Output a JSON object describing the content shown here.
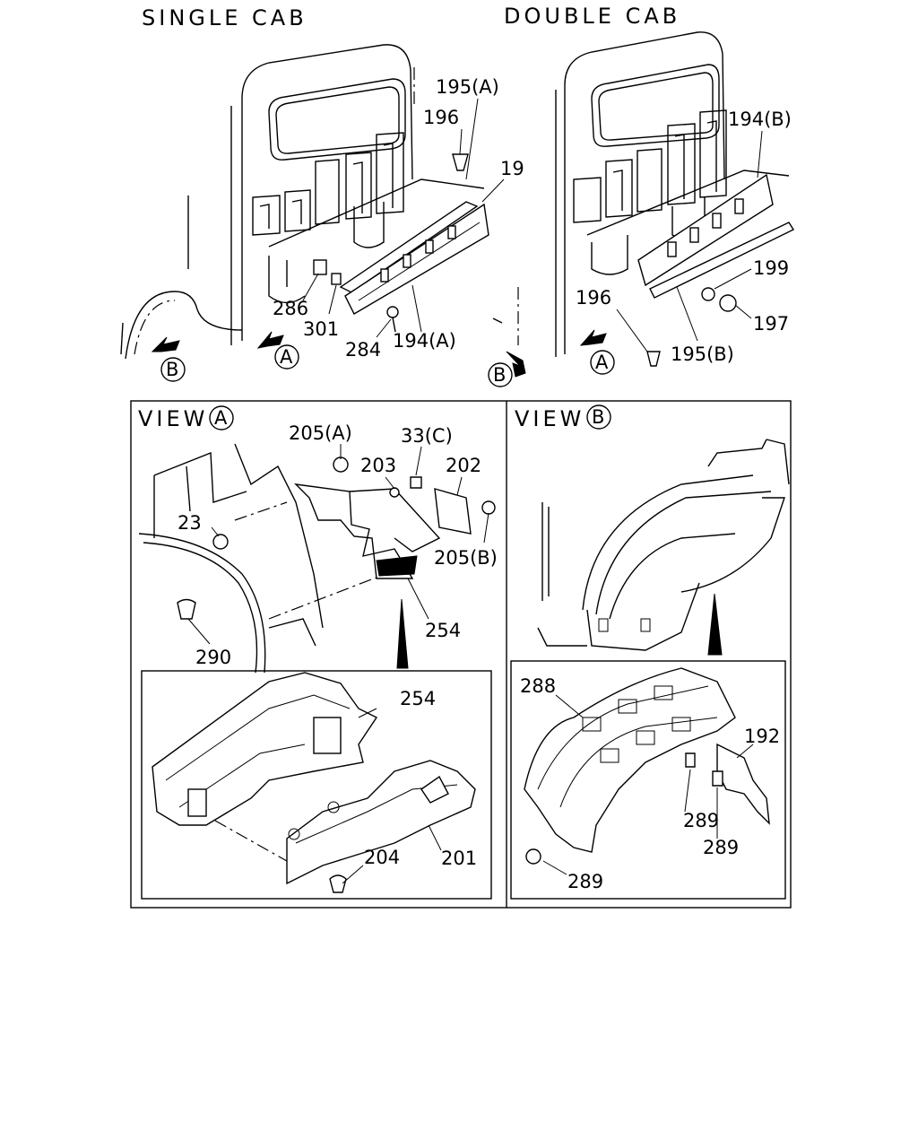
{
  "titles": {
    "single_cab": "SINGLE CAB",
    "double_cab": "DOUBLE CAB",
    "view_a": "VIEW",
    "view_b": "VIEW"
  },
  "markers": {
    "a": "A",
    "b": "B"
  },
  "single_cab_labels": {
    "p195a": "195(A)",
    "p196": "196",
    "p19": "19",
    "p286": "286",
    "p301": "301",
    "p284": "284",
    "p194a": "194(A)"
  },
  "double_cab_labels": {
    "p194b": "194(B)",
    "p199": "199",
    "p196": "196",
    "p197": "197",
    "p195b": "195(B)"
  },
  "view_a_labels": {
    "p205a": "205(A)",
    "p33c": "33(C)",
    "p203": "203",
    "p202": "202",
    "p23": "23",
    "p205b": "205(B)",
    "p254_top": "254",
    "p290": "290",
    "p254_detail": "254",
    "p204": "204",
    "p201": "201"
  },
  "view_b_labels": {
    "p288": "288",
    "p192": "192",
    "p289_a": "289",
    "p289_b": "289",
    "p289_c": "289"
  }
}
